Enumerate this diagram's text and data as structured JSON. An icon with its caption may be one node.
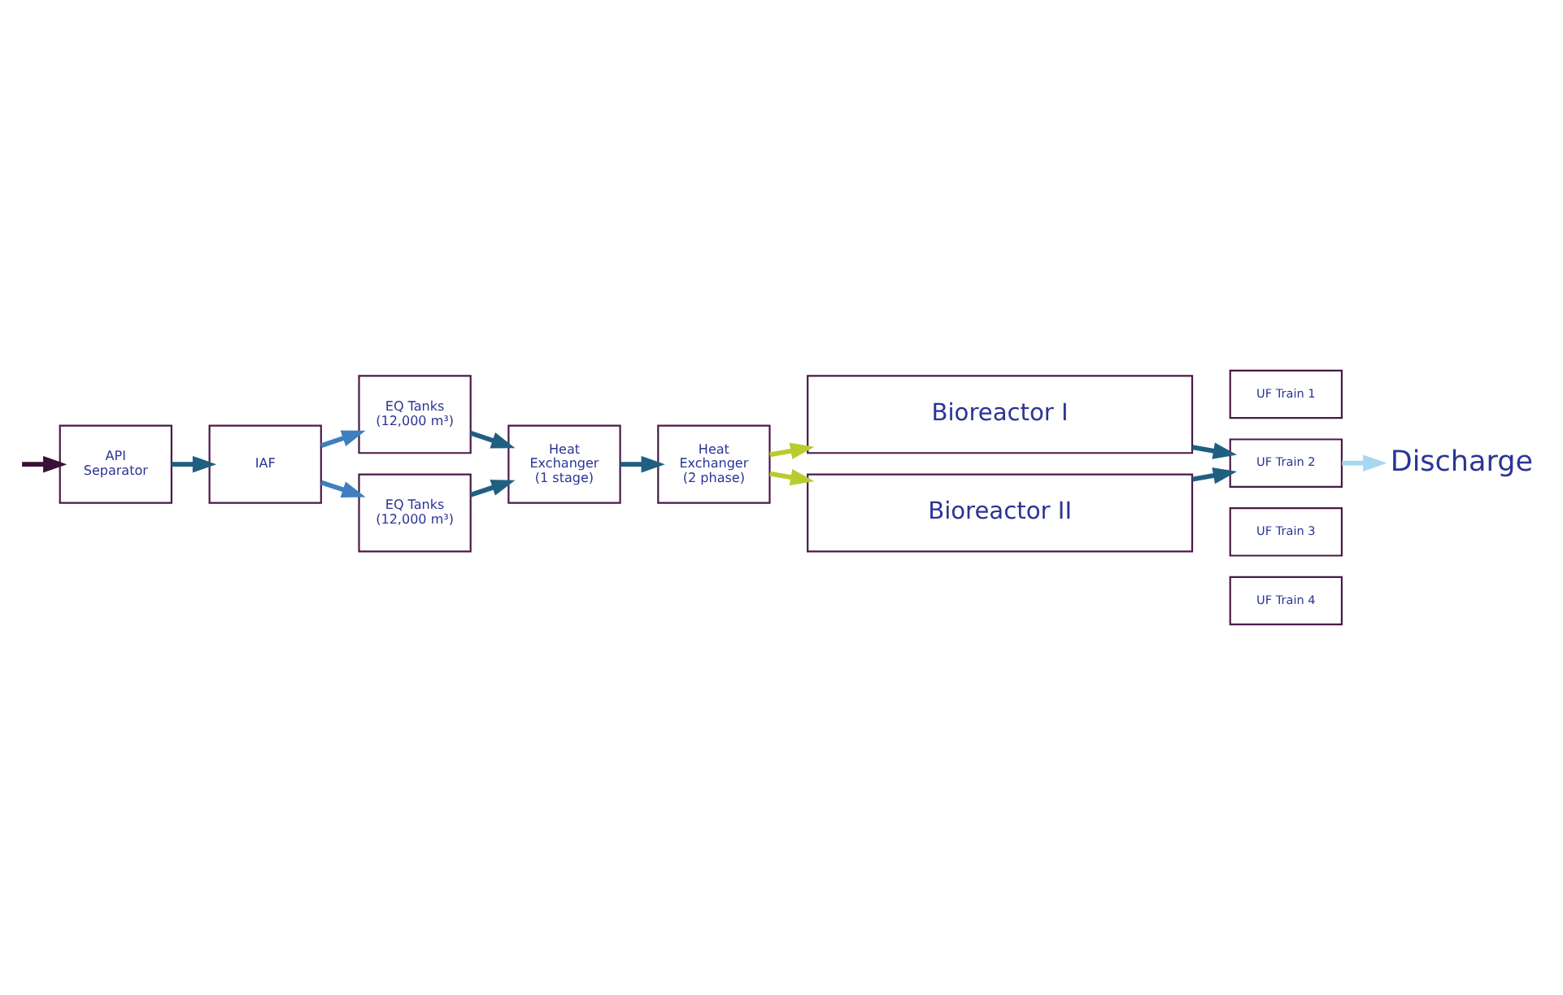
{
  "diagram": {
    "nodes": [
      {
        "text": [
          "API Separator"
        ]
      },
      {
        "text": [
          "IAF"
        ]
      },
      {
        "text": [
          "EQ Tanks (12,000 m³)"
        ]
      },
      {
        "text": [
          "EQ Tanks (12,000 m³)"
        ]
      },
      {
        "text": [
          "Heat Exchanger (1 stage)"
        ]
      },
      {
        "text": [
          "Heat Exchanger (2 phase)"
        ]
      },
      {
        "text": [
          "Bioreactor I"
        ]
      },
      {
        "text": [
          "Bioreactor II"
        ]
      },
      {
        "text": [
          "UF Train 1"
        ]
      },
      {
        "text": [
          "UF Train 2"
        ]
      },
      {
        "text": [
          "UF Train 3"
        ]
      },
      {
        "text": [
          "UF Train 4"
        ]
      },
      {
        "text": [
          "Discharge"
        ]
      }
    ],
    "edges": [
      {
        "from": null,
        "to": 0,
        "arrow": "to",
        "color": "#3a1238"
      },
      {
        "from": 0,
        "to": 1,
        "arrow": "to"
      },
      {
        "from": 1,
        "to": 2,
        "arrow": "to",
        "color": "#3f7fc0"
      },
      {
        "from": 1,
        "to": 3,
        "arrow": "to",
        "color": "#3f7fc0"
      },
      {
        "from": 2,
        "to": 4,
        "arrow": "to"
      },
      {
        "from": 3,
        "to": 4,
        "arrow": "to"
      },
      {
        "from": 4,
        "to": 5,
        "arrow": "to"
      },
      {
        "from": 5,
        "to": 6,
        "arrow": "to",
        "color": "#b8cc2e"
      },
      {
        "from": 5,
        "to": 7,
        "arrow": "to",
        "color": "#b8cc2e"
      },
      {
        "from": 6,
        "to": 9,
        "arrow": "to"
      },
      {
        "from": 7,
        "to": 9,
        "arrow": "to"
      },
      {
        "from": 9,
        "to": 12,
        "arrow": "to",
        "color": "#a6d8f0"
      }
    ]
  }
}
